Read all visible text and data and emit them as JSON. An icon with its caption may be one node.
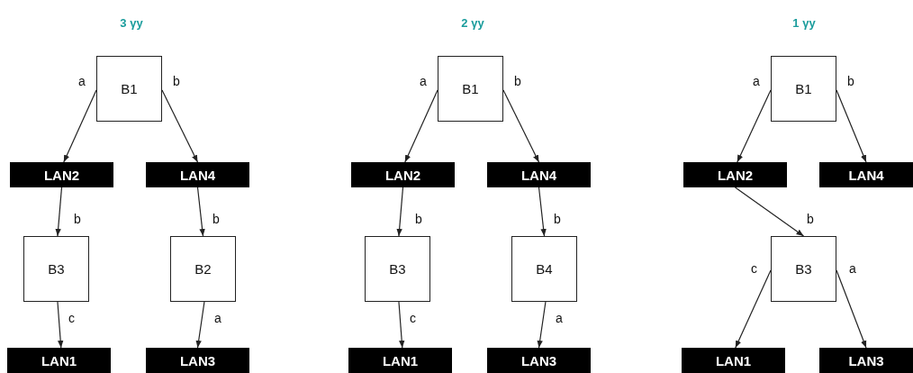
{
  "diagram": {
    "nodes": [
      {
        "text": [
          "B1"
        ]
      },
      {
        "text": [
          "LAN2"
        ]
      },
      {
        "text": [
          "LAN4"
        ]
      },
      {
        "text": [
          "B3"
        ]
      },
      {
        "text": [
          "B2"
        ]
      },
      {
        "text": [
          "LAN1"
        ]
      },
      {
        "text": [
          "LAN3"
        ]
      },
      {
        "text": [
          "B1"
        ]
      },
      {
        "text": [
          "LAN2"
        ]
      },
      {
        "text": [
          "LAN4"
        ]
      },
      {
        "text": [
          "B3"
        ]
      },
      {
        "text": [
          "B4"
        ]
      },
      {
        "text": [
          "LAN1"
        ]
      },
      {
        "text": [
          "LAN3"
        ]
      },
      {
        "text": [
          "B1"
        ]
      },
      {
        "text": [
          "LAN2"
        ]
      },
      {
        "text": [
          "LAN4"
        ]
      },
      {
        "text": [
          "B3"
        ]
      },
      {
        "text": [
          "LAN1"
        ]
      },
      {
        "text": [
          "LAN3"
        ]
      }
    ],
    "edges": [
      {
        "from": 0,
        "to": 1,
        "arrow": "to",
        "label": "a"
      },
      {
        "from": 0,
        "to": 2,
        "arrow": "to",
        "label": "b"
      },
      {
        "from": 1,
        "to": 3,
        "arrow": "to",
        "label": "b"
      },
      {
        "from": 2,
        "to": 4,
        "arrow": "to",
        "label": "b"
      },
      {
        "from": 3,
        "to": 5,
        "arrow": "to",
        "label": "c"
      },
      {
        "from": 4,
        "to": 6,
        "arrow": "to",
        "label": "a"
      },
      {
        "from": 7,
        "to": 8,
        "arrow": "to",
        "label": "a"
      },
      {
        "from": 7,
        "to": 9,
        "arrow": "to",
        "label": "b"
      },
      {
        "from": 8,
        "to": 10,
        "arrow": "to",
        "label": "b"
      },
      {
        "from": 9,
        "to": 11,
        "arrow": "to",
        "label": "b"
      },
      {
        "from": 10,
        "to": 12,
        "arrow": "to",
        "label": "c"
      },
      {
        "from": 11,
        "to": 13,
        "arrow": "to",
        "label": "a"
      },
      {
        "from": 14,
        "to": 15,
        "arrow": "to",
        "label": "a"
      },
      {
        "from": 14,
        "to": 16,
        "arrow": "to",
        "label": "b"
      },
      {
        "from": 15,
        "to": 17,
        "arrow": "to",
        "label": "b"
      },
      {
        "from": 17,
        "to": 18,
        "arrow": "to",
        "label": "c"
      },
      {
        "from": 17,
        "to": 19,
        "arrow": "to",
        "label": "a"
      }
    ],
    "labels": [
      "3 γy",
      "2 γy",
      "1 γy"
    ]
  }
}
